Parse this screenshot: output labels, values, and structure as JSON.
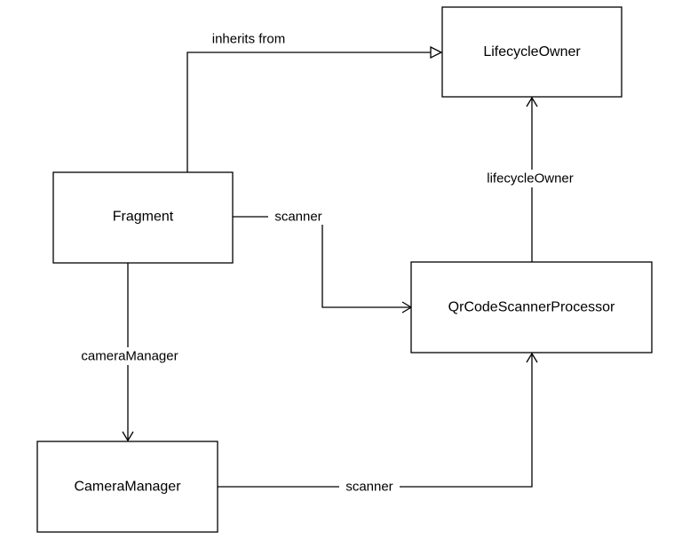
{
  "nodes": {
    "lifecycle_owner": "LifecycleOwner",
    "fragment": "Fragment",
    "qr_processor": "QrCodeScannerProcessor",
    "camera_manager": "CameraManager"
  },
  "edges": {
    "inherits": "inherits from",
    "fragment_scanner": "scanner",
    "lifecycle_owner_ref": "lifecycleOwner",
    "camera_manager_ref": "cameraManager",
    "camera_scanner": "scanner"
  }
}
